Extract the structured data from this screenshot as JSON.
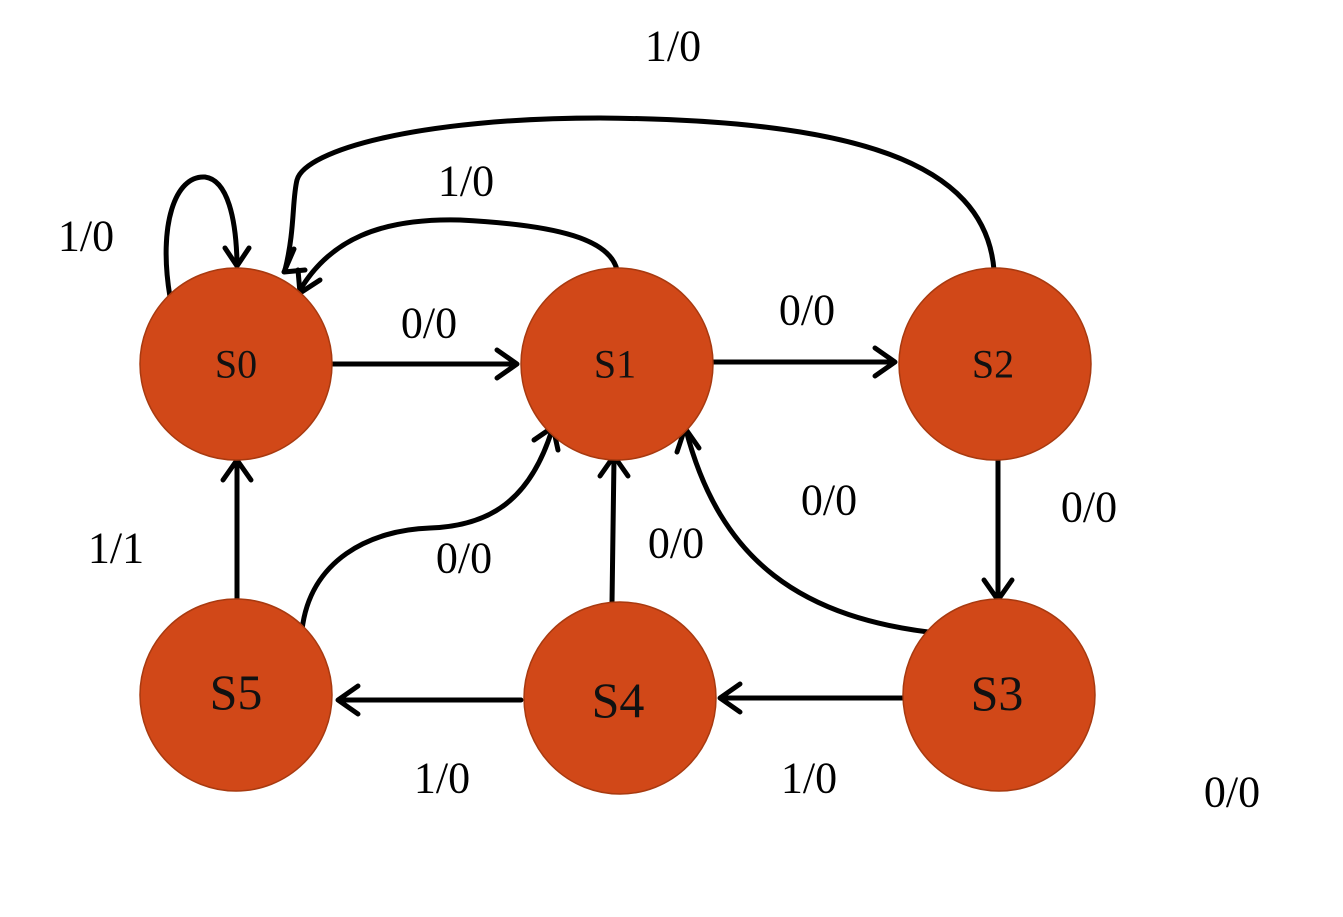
{
  "diagram": {
    "state_fill": "#d14818",
    "edge_color": "#000000",
    "states": [
      {
        "id": "S0",
        "label": "S0"
      },
      {
        "id": "S1",
        "label": "S1"
      },
      {
        "id": "S2",
        "label": "S2"
      },
      {
        "id": "S3",
        "label": "S3"
      },
      {
        "id": "S4",
        "label": "S4"
      },
      {
        "id": "S5",
        "label": "S5"
      }
    ],
    "transitions": [
      {
        "from": "S0",
        "to": "S0",
        "label": "1/0"
      },
      {
        "from": "S0",
        "to": "S1",
        "label": "0/0"
      },
      {
        "from": "S1",
        "to": "S0",
        "label": "1/0"
      },
      {
        "from": "S1",
        "to": "S2",
        "label": "0/0"
      },
      {
        "from": "S2",
        "to": "S0",
        "label": "1/0"
      },
      {
        "from": "S2",
        "to": "S3",
        "label": "0/0"
      },
      {
        "from": "S3",
        "to": "S1",
        "label": "0/0"
      },
      {
        "from": "S3",
        "to": "S4",
        "label": "1/0"
      },
      {
        "from": "S4",
        "to": "S1",
        "label": "0/0"
      },
      {
        "from": "S4",
        "to": "S5",
        "label": "1/0"
      },
      {
        "from": "S5",
        "to": "S1",
        "label": "0/0"
      },
      {
        "from": "S5",
        "to": "S0",
        "label": "1/1"
      }
    ],
    "stray_labels": [
      "0/0"
    ]
  }
}
